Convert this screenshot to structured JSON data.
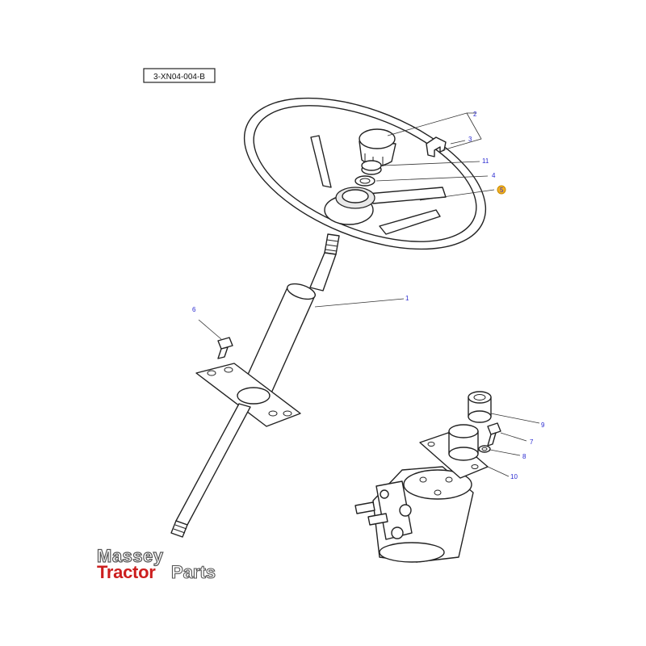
{
  "diagram": {
    "reference_code": "3-XN04-004-B",
    "callouts": {
      "c1": "1",
      "c2": "2",
      "c3": "3",
      "c4": "4",
      "c5": "5",
      "c6": "6",
      "c7": "7",
      "c8": "8",
      "c9": "9",
      "c10": "10",
      "c11": "11"
    },
    "highlight_color": "#f4b223",
    "callout_color": "#2a2ad0"
  },
  "logo": {
    "line1": "Massey",
    "line2_brand": "Tractor",
    "line2_suffix": "Parts",
    "brand_color": "#cc1e1e"
  }
}
